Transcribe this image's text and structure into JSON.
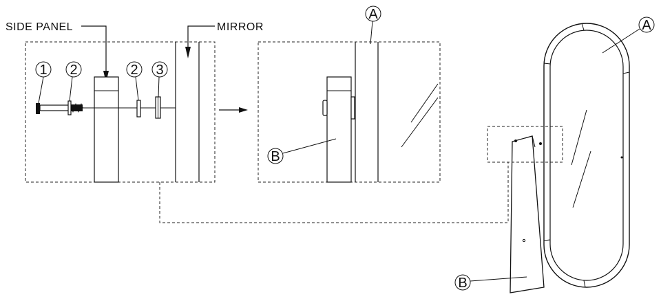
{
  "labels": {
    "side_panel": "SIDE PANEL",
    "mirror": "MIRROR"
  },
  "callouts": {
    "c1": "1",
    "c2a": "2",
    "c2b": "2",
    "c3": "3",
    "a_detail": "A",
    "b_detail": "B",
    "a_main": "A",
    "b_main": "B"
  }
}
